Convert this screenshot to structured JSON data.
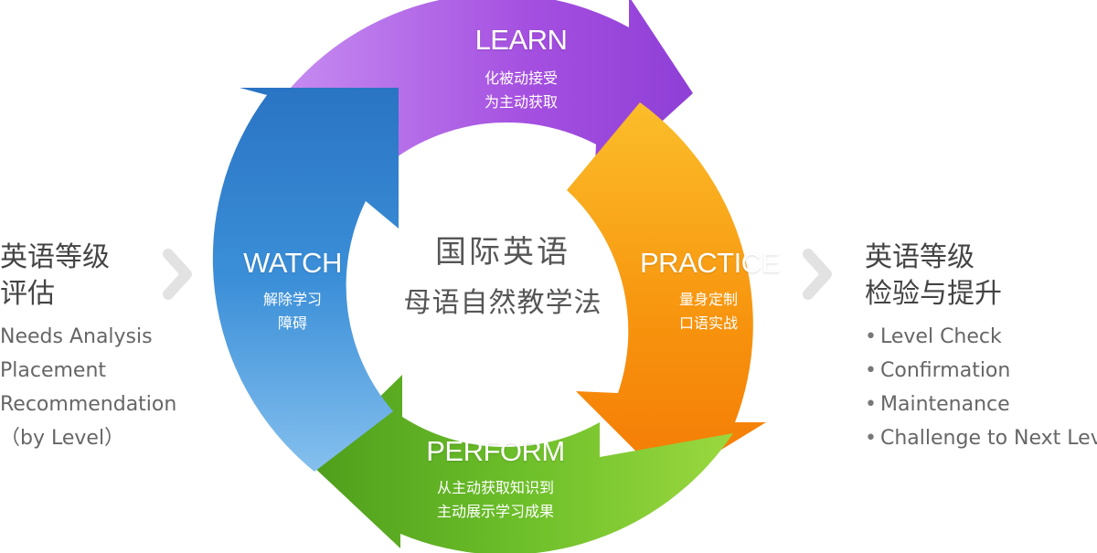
{
  "center": {
    "title": "国际英语",
    "subtitle": "母语自然教学法"
  },
  "left": {
    "title_line1": "英语等级",
    "title_line2": "评估",
    "items": [
      "Needs Analysis",
      " Placement",
      "Recommendation",
      "（by Level）"
    ]
  },
  "right": {
    "title_line1": "英语等级",
    "title_line2": "检验与提升",
    "items": [
      "Level Check",
      "Confirmation",
      "Maintenance",
      "Challenge to Next Level"
    ]
  },
  "stages": {
    "learn": {
      "title": "LEARN",
      "line1": "化被动接受",
      "line2": "为主动获取"
    },
    "practice": {
      "title": "PRACTICE",
      "line1": "量身定制",
      "line2": "口语实战"
    },
    "perform": {
      "title": "PERFORM",
      "line1": "从主动获取知识到",
      "line2": "主动展示学习成果"
    },
    "watch": {
      "title": "WATCH",
      "line1": "解除学习",
      "line2": "障碍"
    }
  },
  "colors": {
    "learn": "#a44fe0",
    "practice": "#f6a012",
    "perform": "#6dbf2a",
    "watch": "#3b8fd8",
    "chevron": "#e3e3e3"
  }
}
